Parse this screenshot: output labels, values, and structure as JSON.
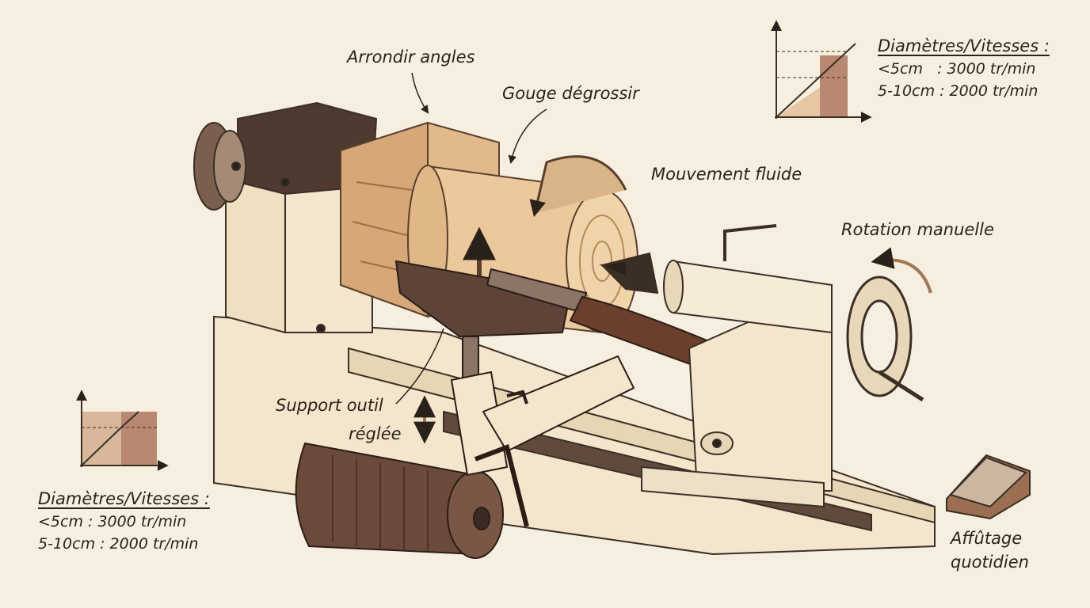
{
  "labels": {
    "round_corners": "Arrondir angles",
    "roughing_gouge": "Gouge dégrossir",
    "fluid_motion": "Mouvement fluide",
    "manual_rotation": "Rotation manuelle",
    "tool_rest_line1": "Support outil",
    "tool_rest_line2": "réglée",
    "sharpening_line1": "Affûtage",
    "sharpening_line2": "quotidien"
  },
  "legend_top_right": {
    "title": "Diamètres/Vitesses :",
    "row1": "<5cm   : 3000 tr/min",
    "row2": "5-10cm : 2000 tr/min"
  },
  "legend_bottom_left": {
    "title": "Diamètres/Vitesses :",
    "row1": "<5cm : 3000 tr/min",
    "row2": "5-10cm : 2000 tr/min"
  },
  "colors": {
    "paper": "#f6efdf",
    "ink": "#2a211a",
    "wood_light": "#e9c99d",
    "wood_mid": "#c99867",
    "metal_dark": "#5a4135",
    "machine_cream": "#f3e6cc"
  }
}
